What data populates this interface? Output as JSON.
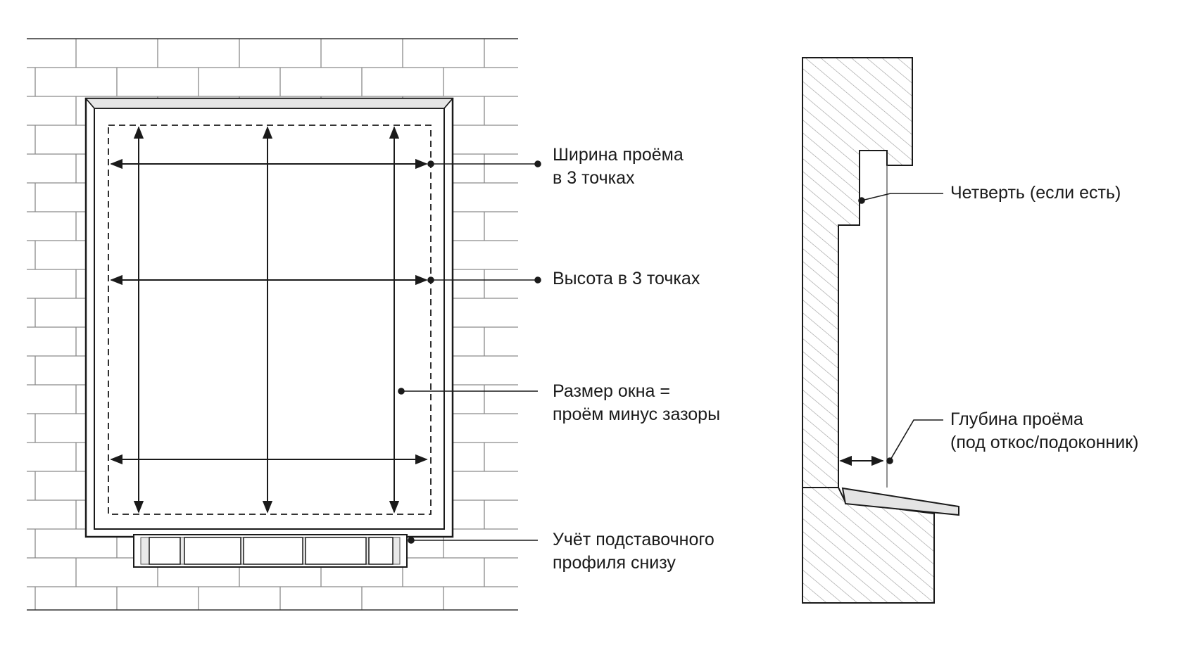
{
  "front_view": {
    "labels": {
      "opening_width": [
        "Ширина проёма",
        "в 3 точках"
      ],
      "height": [
        "Высота в 3 точках"
      ],
      "window_size": [
        "Размер окна =",
        "проём минус зазоры"
      ],
      "sill_profile": [
        "Учёт подставочного",
        "профиля снизу"
      ]
    }
  },
  "section_view": {
    "labels": {
      "quarter": [
        "Четверть (если есть)"
      ],
      "depth": [
        "Глубина проёма",
        "(под откос/подоконник)"
      ]
    }
  },
  "colors": {
    "stroke": "#1a1a1a",
    "brick_line": "#8a8a8a",
    "hatch": "#9a9a9a",
    "frame_fill": "#e6e6e6"
  }
}
